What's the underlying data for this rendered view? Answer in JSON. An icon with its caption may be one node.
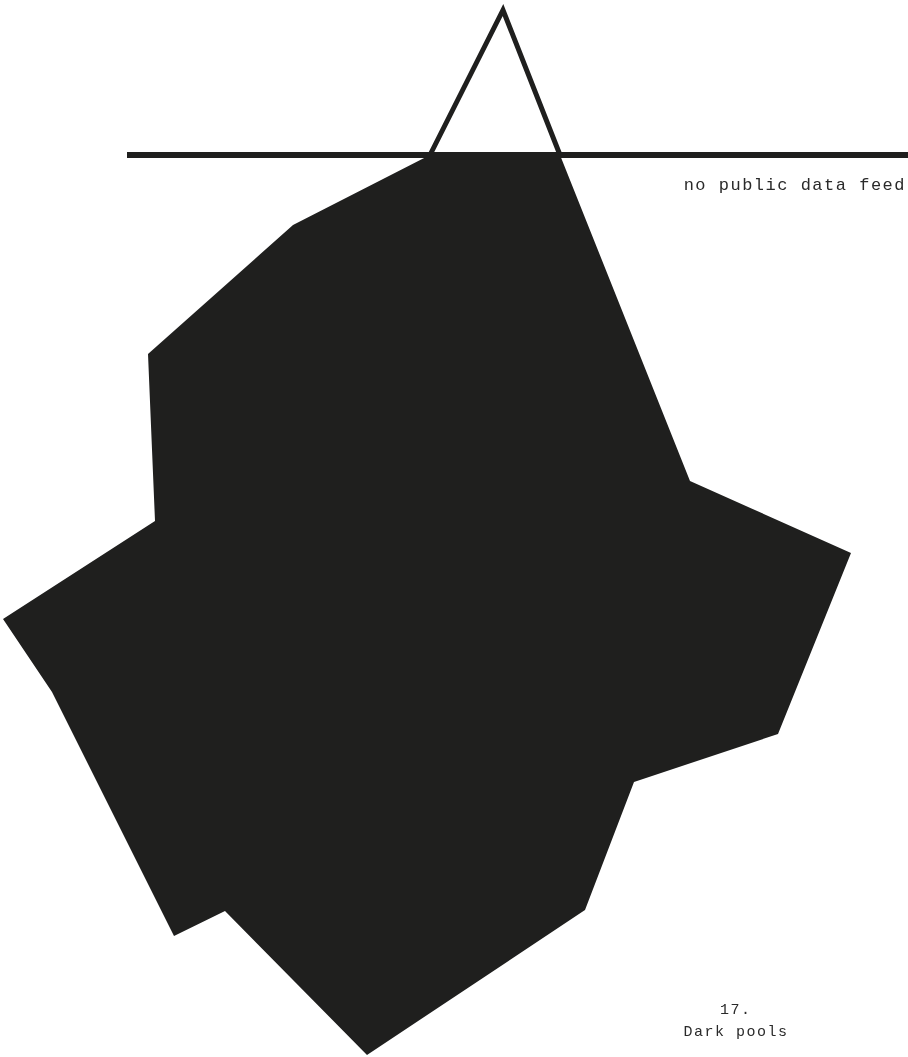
{
  "diagram": {
    "labels": [
      "no public data feed",
      "17.",
      "Dark pools"
    ]
  }
}
